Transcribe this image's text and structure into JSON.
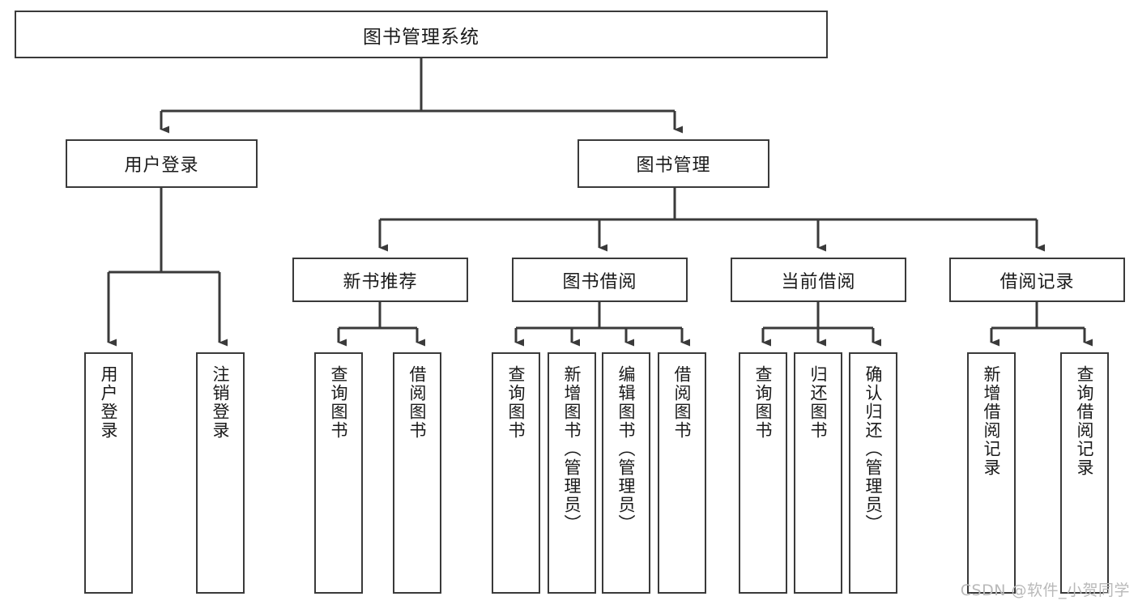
{
  "diagram": {
    "title": "图书管理系统",
    "watermark": "CSDN @软件_小贺同学",
    "colors": {
      "stroke": "#3a3a3a",
      "text": "#1a1a1a",
      "background": "#ffffff",
      "watermark": "#b9b9b9"
    },
    "root": {
      "label": "图书管理系统"
    },
    "level2": [
      {
        "label": "用户登录"
      },
      {
        "label": "图书管理"
      }
    ],
    "level3": [
      {
        "label": "新书推荐"
      },
      {
        "label": "图书借阅"
      },
      {
        "label": "当前借阅"
      },
      {
        "label": "借阅记录"
      }
    ],
    "leaves": {
      "user_login": [
        {
          "label": "用户登录"
        },
        {
          "label": "注销登录"
        }
      ],
      "new_book_recommend": [
        {
          "label": "查询图书"
        },
        {
          "label": "借阅图书"
        }
      ],
      "book_borrow": [
        {
          "label": "查询图书"
        },
        {
          "label": "新增图书（管理员）"
        },
        {
          "label": "编辑图书（管理员）"
        },
        {
          "label": "借阅图书"
        }
      ],
      "current_borrow": [
        {
          "label": "查询图书"
        },
        {
          "label": "归还图书"
        },
        {
          "label": "确认归还（管理员）"
        }
      ],
      "borrow_record": [
        {
          "label": "新增借阅记录"
        },
        {
          "label": "查询借阅记录"
        }
      ]
    }
  }
}
